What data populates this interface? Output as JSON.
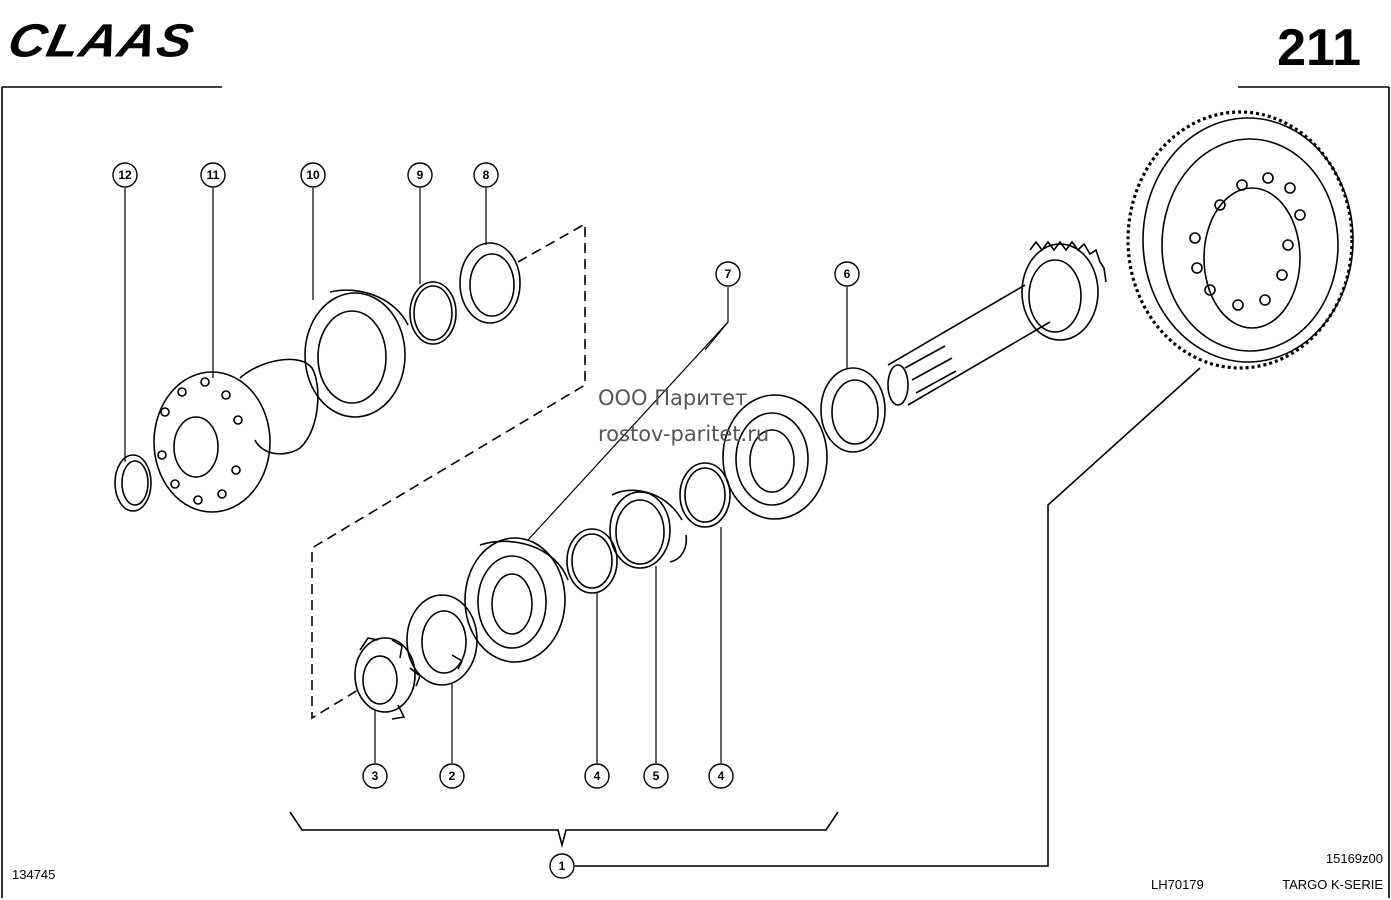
{
  "header": {
    "brand": "CLAAS",
    "page_number": "211"
  },
  "watermark": {
    "line1": "ООО Паритет",
    "line2": "rostov-paritet.ru"
  },
  "callouts": {
    "c1": "1",
    "c2": "2",
    "c3": "3",
    "c4a": "4",
    "c4b": "4",
    "c5": "5",
    "c6": "6",
    "c7": "7",
    "c8": "8",
    "c9": "9",
    "c10": "10",
    "c11": "11",
    "c12": "12"
  },
  "footer": {
    "left_code": "134745",
    "drawing_ref": "15169z00",
    "part_ref": "LH70179",
    "series": "TARGO K-SERIE"
  }
}
